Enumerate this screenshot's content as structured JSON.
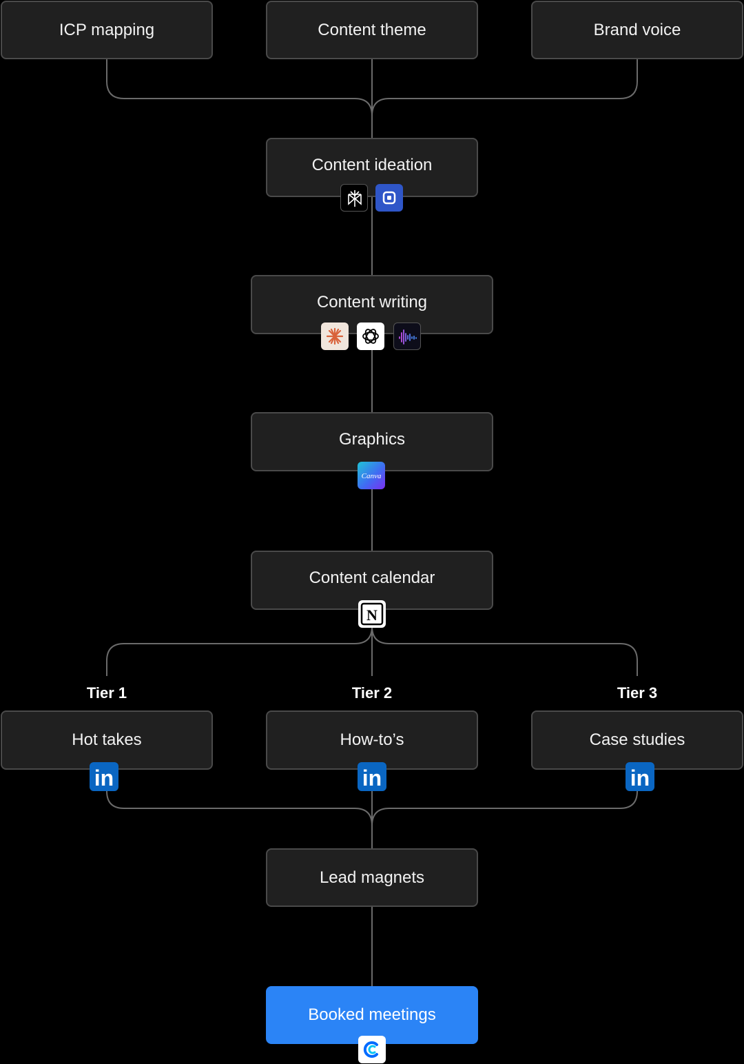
{
  "colors": {
    "background": "#000000",
    "node_fill": "#202020",
    "node_border": "#4a4a4a",
    "connector": "#6b6b6b",
    "accent": "#2b84f6",
    "linkedin": "#0a66c2"
  },
  "inputs": {
    "icp_mapping": "ICP mapping",
    "content_theme": "Content theme",
    "brand_voice": "Brand voice"
  },
  "steps": {
    "content_ideation": "Content ideation",
    "content_writing": "Content writing",
    "graphics": "Graphics",
    "content_calendar": "Content calendar"
  },
  "tiers": [
    {
      "label": "Tier 1",
      "node": "Hot takes"
    },
    {
      "label": "Tier 2",
      "node": "How-to’s"
    },
    {
      "label": "Tier 3",
      "node": "Case studies"
    }
  ],
  "lead_magnets": "Lead magnets",
  "booked_meetings": "Booked meetings",
  "tools": {
    "content_ideation": [
      "perplexity-icon",
      "square-app-icon"
    ],
    "content_writing": [
      "claude-icon",
      "openai-icon",
      "waveform-icon"
    ],
    "graphics": [
      "canva-icon"
    ],
    "content_calendar": [
      "notion-icon"
    ],
    "tiers": [
      "linkedin-icon",
      "linkedin-icon",
      "linkedin-icon"
    ],
    "booked_meetings": [
      "calendly-icon"
    ]
  },
  "logo_text": {
    "canva": "Canva",
    "notion": "N",
    "linkedin": "in"
  }
}
